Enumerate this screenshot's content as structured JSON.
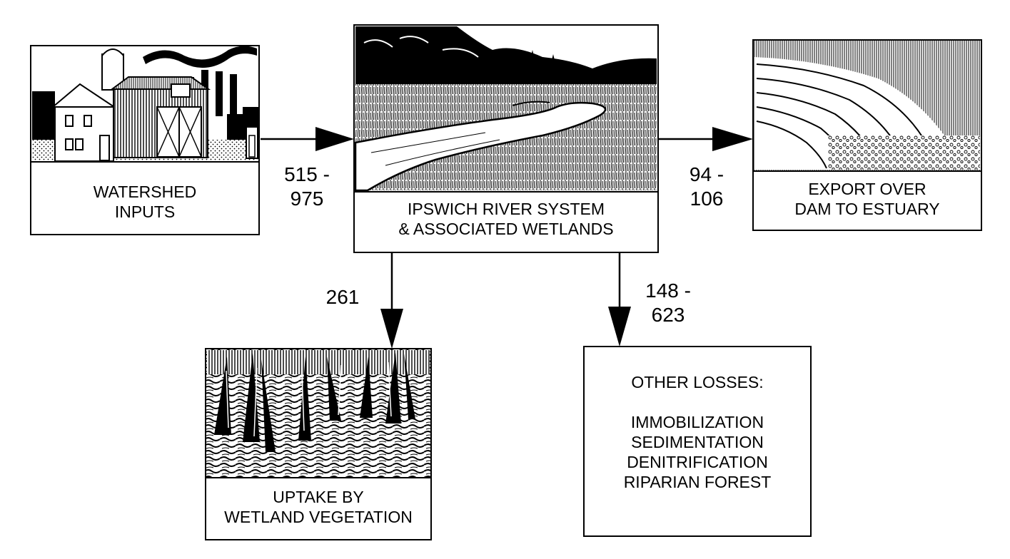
{
  "nodes": {
    "watershed": {
      "lines": [
        "WATERSHED",
        "INPUTS"
      ],
      "illustration": "farm-buildings-with-smokestacks"
    },
    "river": {
      "lines": [
        "IPSWICH RIVER SYSTEM",
        "& ASSOCIATED WETLANDS"
      ],
      "illustration": "river-through-wetland-and-forest"
    },
    "export": {
      "lines": [
        "EXPORT OVER",
        "DAM TO ESTUARY"
      ],
      "illustration": "water-flowing-over-dam"
    },
    "uptake": {
      "lines": [
        "UPTAKE BY",
        "WETLAND VEGETATION"
      ],
      "illustration": "wetland-reeds-in-water"
    },
    "other": {
      "heading": "OTHER LOSSES:",
      "items": [
        "IMMOBILIZATION",
        "SEDIMENTATION",
        "DENITRIFICATION",
        "RIPARIAN FOREST"
      ]
    }
  },
  "flows": {
    "watershed_to_river": [
      "515 -",
      "975"
    ],
    "river_to_export": [
      "94 -",
      "106"
    ],
    "river_to_uptake": [
      "261"
    ],
    "river_to_other": [
      "148 -",
      "623"
    ]
  }
}
